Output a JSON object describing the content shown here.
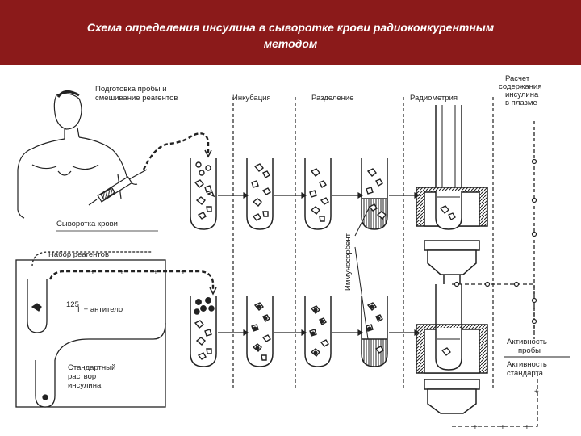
{
  "header": {
    "title_line1": "Схема определения инсулина в сыворотке крови радиоконкурентным",
    "title_line2": "методом"
  },
  "stages": {
    "preparation_line1": "Подготовка пробы и",
    "preparation_line2": "смешивание реагентов",
    "incubation": "Инкубация",
    "separation": "Разделение",
    "radiometry": "Радиометрия",
    "calc_line1": "Расчет",
    "calc_line2": "содержания",
    "calc_line3": "инсулина",
    "calc_line4": "в плазме"
  },
  "labels": {
    "serum": "Сыворотка крови",
    "reagent_kit": "Набор реагентов",
    "isotope_sup": "125",
    "isotope_rest": "I⁻+ антитело",
    "standard_line1": "Стандартный",
    "standard_line2": "раствор",
    "standard_line3": "инсулина",
    "immunosorbent": "Иммуносорбент",
    "sample_activity_line1": "Активность",
    "sample_activity_line2": "пробы",
    "standard_activity_line1": "Активность",
    "standard_activity_line2": "стандарта"
  },
  "colors": {
    "banner": "#8b1a1a",
    "ink": "#222222"
  }
}
